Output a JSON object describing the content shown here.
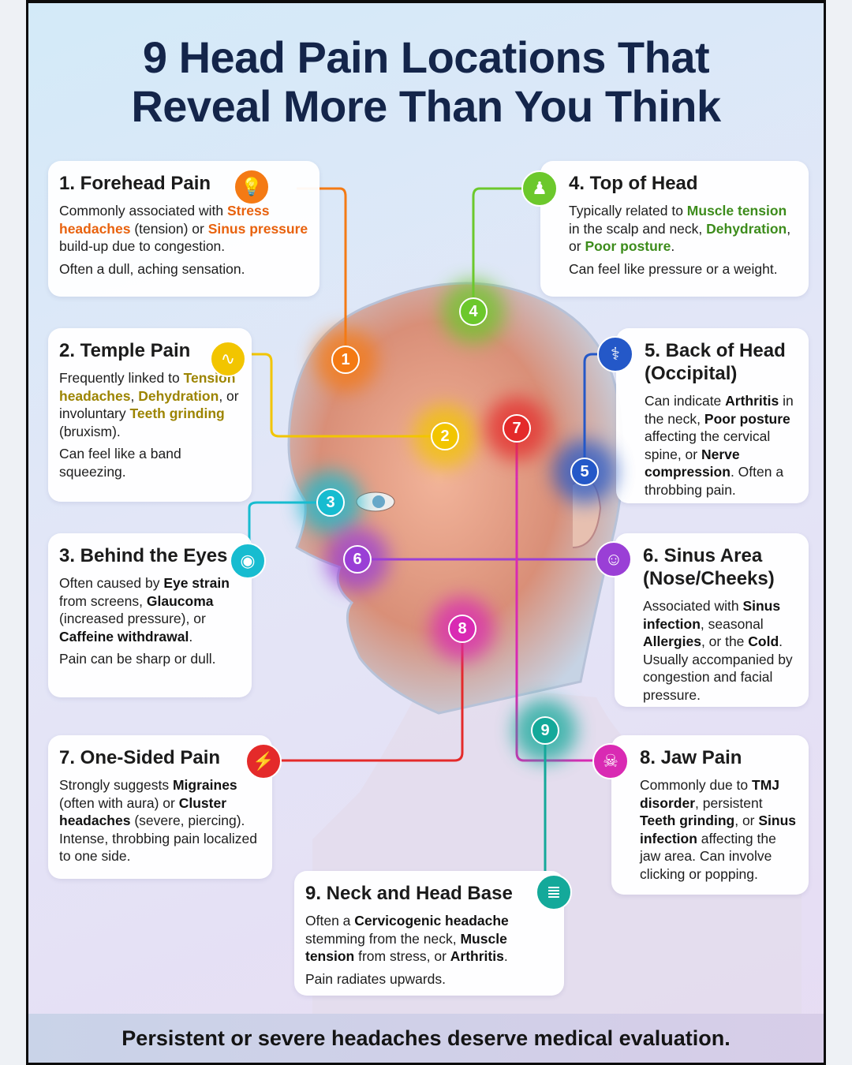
{
  "title_line1": "9 Head Pain Locations That",
  "title_line2": "Reveal More Than You Think",
  "footer": "Persistent or severe headaches deserve medical evaluation.",
  "colors": {
    "1": "#f47a14",
    "2": "#f2c500",
    "3": "#17bcd0",
    "4": "#6cc82c",
    "5": "#2458c8",
    "6": "#9a3fd6",
    "7": "#e42a2a",
    "8": "#d92ab3",
    "9": "#14a99a"
  },
  "cards": [
    {
      "id": 1,
      "title": "1. Forehead Pain",
      "hl": "#e8620e",
      "icon": "brain-lightbulb-icon",
      "glyph": "💡",
      "paras": [
        [
          [
            "Commonly associated with ",
            0
          ],
          [
            "Stress headaches",
            1
          ],
          [
            " (tension) or ",
            0
          ],
          [
            "Sinus pressure",
            1
          ],
          [
            " build-up due to congestion.",
            0
          ]
        ],
        [
          [
            "Often a dull, aching sensation.",
            0
          ]
        ]
      ]
    },
    {
      "id": 2,
      "title": "2. Temple Pain",
      "hl": "#9c8400",
      "icon": "pulse-icon",
      "glyph": "∿",
      "paras": [
        [
          [
            "Frequently linked to ",
            0
          ],
          [
            "Tension headaches",
            1
          ],
          [
            ", ",
            0
          ],
          [
            "Dehydration",
            1
          ],
          [
            ", or involuntary ",
            0
          ],
          [
            "Teeth grinding",
            1
          ],
          [
            " (bruxism).",
            0
          ]
        ],
        [
          [
            "Can feel like a band squeezing.",
            0
          ]
        ]
      ]
    },
    {
      "id": 3,
      "title": "3. Behind the Eyes",
      "hl": "#111",
      "icon": "eye-icon",
      "glyph": "◉",
      "paras": [
        [
          [
            "Often caused by ",
            0
          ],
          [
            "Eye strain",
            1
          ],
          [
            " from screens, ",
            0
          ],
          [
            "Glaucoma",
            1
          ],
          [
            " (increased pressure), or ",
            0
          ],
          [
            "Caffeine withdrawal",
            1
          ],
          [
            ".",
            0
          ]
        ],
        [
          [
            "Pain can be sharp or dull.",
            0
          ]
        ]
      ]
    },
    {
      "id": 4,
      "title": "4. Top of Head",
      "hl": "#3d8c1c",
      "icon": "person-icon",
      "glyph": "♟",
      "paras": [
        [
          [
            "Typically related to ",
            0
          ],
          [
            "Muscle tension",
            1
          ],
          [
            " in the scalp and neck, ",
            0
          ],
          [
            "Dehydration",
            1
          ],
          [
            ", or ",
            0
          ],
          [
            "Poor posture",
            1
          ],
          [
            ".",
            0
          ]
        ],
        [
          [
            "Can feel like pressure or a weight.",
            0
          ]
        ]
      ]
    },
    {
      "id": 5,
      "title": "5. Back of Head (Occipital)",
      "hl": "#111",
      "icon": "spine-icon",
      "glyph": "⚕",
      "paras": [
        [
          [
            "Can indicate ",
            0
          ],
          [
            "Arthritis",
            1
          ],
          [
            " in the neck, ",
            0
          ],
          [
            "Poor posture",
            1
          ],
          [
            " affecting the cervical spine, or ",
            0
          ],
          [
            "Nerve compression",
            1
          ],
          [
            ". Often a throbbing pain.",
            0
          ]
        ]
      ]
    },
    {
      "id": 6,
      "title": "6. Sinus Area (Nose/Cheeks)",
      "hl": "#111",
      "icon": "face-profile-icon",
      "glyph": "☺",
      "paras": [
        [
          [
            "Associated with ",
            0
          ],
          [
            "Sinus infection",
            1
          ],
          [
            ", seasonal ",
            0
          ],
          [
            "Allergies",
            1
          ],
          [
            ", or the ",
            0
          ],
          [
            "Cold",
            1
          ],
          [
            ". Usually accompanied by congestion and facial pressure.",
            0
          ]
        ]
      ]
    },
    {
      "id": 7,
      "title": "7. One-Sided Pain",
      "hl": "#111",
      "icon": "migraine-head-icon",
      "glyph": "⚡",
      "paras": [
        [
          [
            "Strongly suggests ",
            0
          ],
          [
            "Migraines",
            1
          ],
          [
            " (often with aura) or ",
            0
          ],
          [
            "Cluster headaches",
            1
          ],
          [
            " (severe, piercing). Intense, throbbing pain localized to one side.",
            0
          ]
        ]
      ]
    },
    {
      "id": 8,
      "title": "8. Jaw Pain",
      "hl": "#111",
      "icon": "jaw-skull-icon",
      "glyph": "☠",
      "paras": [
        [
          [
            "Commonly due to ",
            0
          ],
          [
            "TMJ disorder",
            1
          ],
          [
            ", persistent ",
            0
          ],
          [
            "Teeth grinding",
            1
          ],
          [
            ", or ",
            0
          ],
          [
            "Sinus infection",
            1
          ],
          [
            " affecting the jaw area. Can involve clicking or popping.",
            0
          ]
        ]
      ]
    },
    {
      "id": 9,
      "title": "9. Neck and Head Base",
      "hl": "#111",
      "icon": "vertebrae-icon",
      "glyph": "≣",
      "paras": [
        [
          [
            "Often a ",
            0
          ],
          [
            "Cervicogenic headache",
            1
          ],
          [
            " stemming from the neck, ",
            0
          ],
          [
            "Muscle tension",
            1
          ],
          [
            " from stress, or ",
            0
          ],
          [
            "Arthritis",
            1
          ],
          [
            ".",
            0
          ]
        ],
        [
          [
            "Pain radiates upwards.",
            0
          ]
        ]
      ]
    }
  ],
  "markers": [
    "1",
    "2",
    "3",
    "4",
    "5",
    "6",
    "7",
    "8",
    "9"
  ]
}
